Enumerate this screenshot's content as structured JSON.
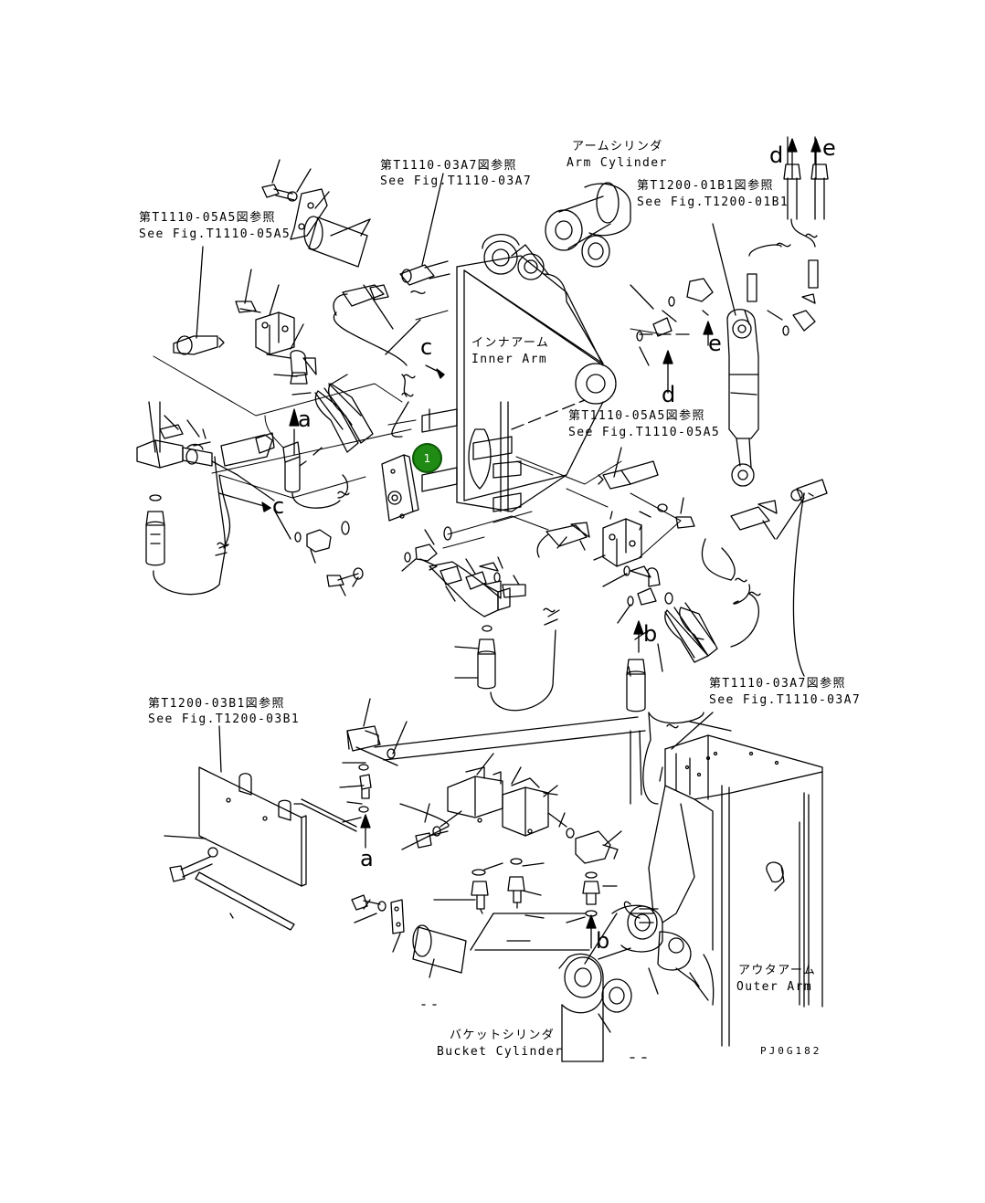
{
  "labels": {
    "ref_t1110_03a7_top_jp": "第T1110-03A7図参照",
    "ref_t1110_03a7_top_en": "See Fig.T1110-03A7",
    "arm_cylinder_jp": "アームシリンダ",
    "arm_cylinder_en": "Arm Cylinder",
    "ref_t1200_01b1_jp": "第T1200-01B1図参照",
    "ref_t1200_01b1_en": "See Fig.T1200-01B1",
    "ref_t1110_05a5_left_jp": "第T1110-05A5図参照",
    "ref_t1110_05a5_left_en": "See Fig.T1110-05A5",
    "inner_arm_jp": "インナアーム",
    "inner_arm_en": "Inner Arm",
    "ref_t1110_05a5_mid_jp": "第T1110-05A5図参照",
    "ref_t1110_05a5_mid_en": "See Fig.T1110-05A5",
    "ref_t1110_03a7_right_jp": "第T1110-03A7図参照",
    "ref_t1110_03a7_right_en": "See Fig.T1110-03A7",
    "ref_t1200_03b1_jp": "第T1200-03B1図参照",
    "ref_t1200_03b1_en": "See Fig.T1200-03B1",
    "outer_arm_jp": "アウタアーム",
    "outer_arm_en": "Outer Arm",
    "bucket_cylinder_jp": "バケットシリンダ",
    "bucket_cylinder_en": "Bucket Cylinder",
    "drawing_code": "PJ0G182"
  },
  "letters": {
    "d_top": "d",
    "e_top": "e",
    "e_mid": "e",
    "d_mid": "d",
    "c_mid": "c",
    "a_left": "a",
    "c_left": "c",
    "b_right": "b",
    "a_bottom": "a",
    "b_bottom": "b"
  },
  "callouts": [
    {
      "number": "1"
    }
  ],
  "colors": {
    "ink": "#000000",
    "marker_fill": "#1f8a14",
    "marker_border": "#0e5708",
    "marker_text": "#ffffff"
  }
}
